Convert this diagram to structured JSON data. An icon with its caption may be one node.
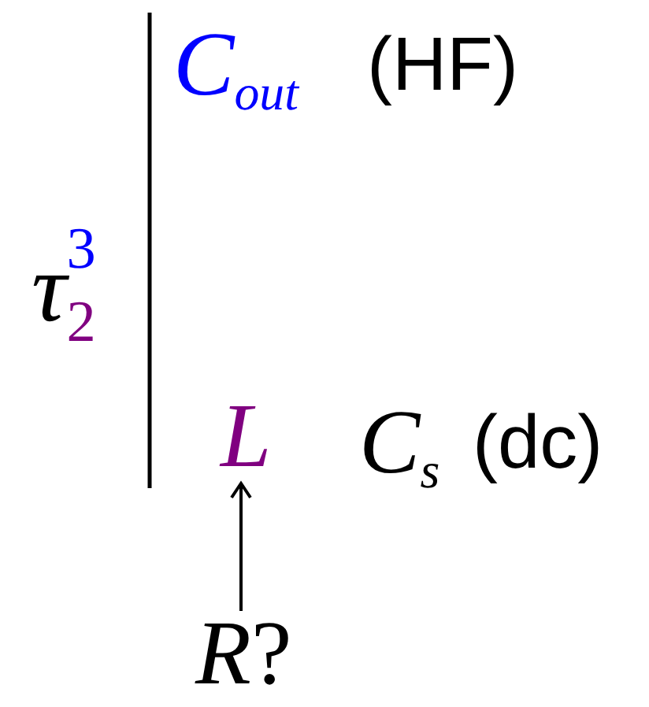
{
  "diagram": {
    "nodes": [
      {
        "text": [
          "*L*"
        ]
      },
      {
        "text": [
          "*R*?"
        ]
      }
    ],
    "edges": [
      {
        "from": 1,
        "to": 0,
        "arrow": "to"
      }
    ],
    "labels": [
      "τ$_{2}$$^{3}$",
      "C$_{out}$",
      "(HF)",
      "C$_{s}$",
      "(dc)"
    ]
  }
}
